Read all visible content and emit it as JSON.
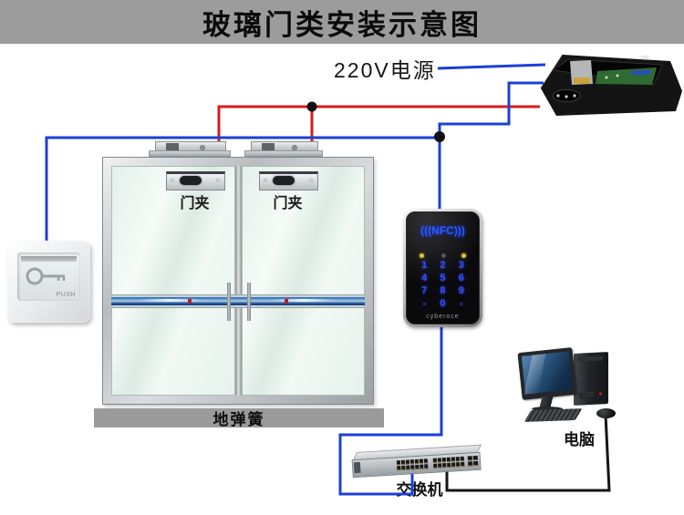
{
  "title": "玻璃门类安装示意图",
  "labels": {
    "power_supply": "220V电源",
    "door_clamp": "门夹",
    "floor_spring": "地弹簧",
    "computer": "电脑",
    "network_switch": "交换机"
  },
  "exit_button": {
    "push_label": "PUSH"
  },
  "keypad": {
    "brand": "cyberoce",
    "nfc_display": "(((NFC)))",
    "keys": [
      [
        "1",
        "2",
        "3"
      ],
      [
        "4",
        "5",
        "6"
      ],
      [
        "7",
        "8",
        "9"
      ],
      [
        "▪",
        "0",
        "▪"
      ]
    ]
  },
  "colors": {
    "titlebar-bg": "#9c9c9c",
    "wire-red": "#da1b1b",
    "wire-blue": "#1d3fd6",
    "wire-black": "#151515",
    "keypad-blue": "#3a50f0",
    "led-yellow": "#d9c33f",
    "floorspring-gray": "#9a9a9a"
  }
}
